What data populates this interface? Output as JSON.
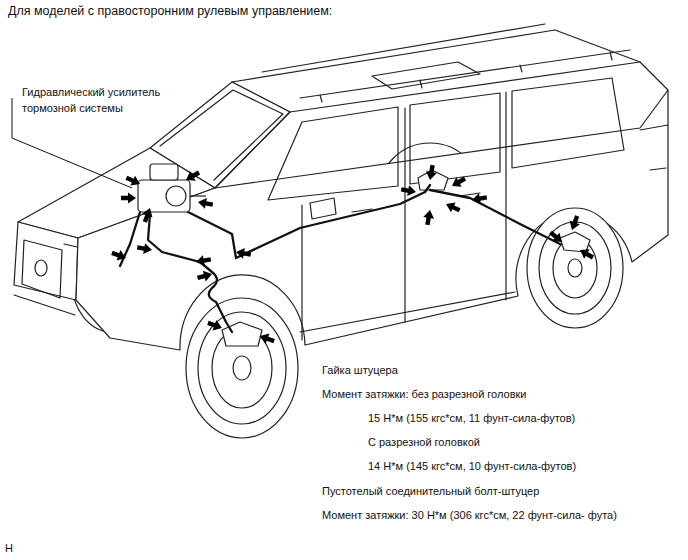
{
  "diagram": {
    "title": "Для моделей с правосторонним рулевым управлением:",
    "labels": [
      "Гидравлический усилитель тормозной системы",
      "Гайка штуцера",
      "Момент затяжки: без разрезной головки",
      "15 Н*м (155 кгс*см, 11 фунт-сила-футов)",
      "С разрезной головкой",
      "14 Н*м (145 кгс*см, 10 фунт-сила-футов)",
      "Пустотелый соединительный болт-штуцер",
      "Момент затяжки: 30 Н*м (306 кгс*см, 22 фунт-сила- фута)",
      "H"
    ]
  }
}
